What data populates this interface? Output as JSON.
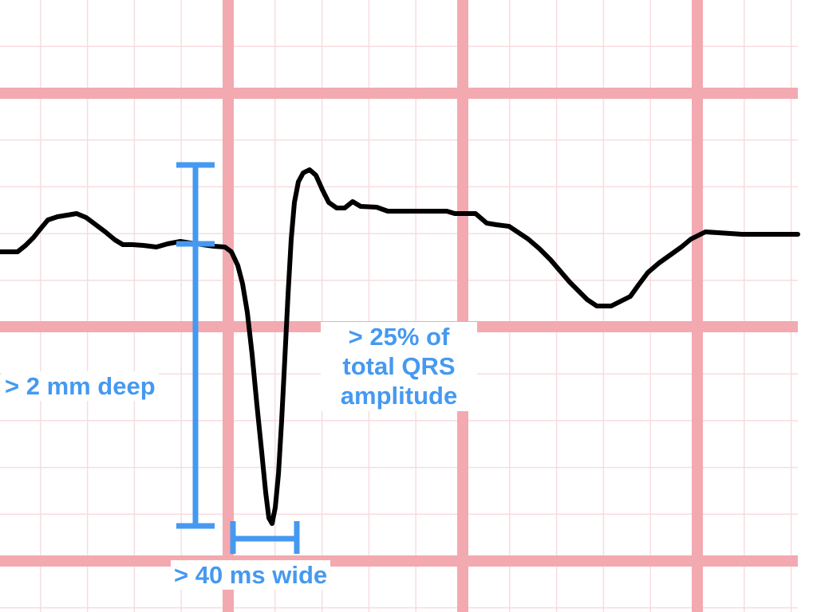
{
  "colors": {
    "grid_minor": "#f7dcdf",
    "grid_major": "#f3a9b0",
    "trace": "#000000",
    "annotation": "#4599f0"
  },
  "annotations": {
    "depth_label": "> 2 mm deep",
    "width_label": "> 40 ms wide",
    "ratio_line1": "> 25% of",
    "ratio_line2": "total QRS",
    "ratio_line3": "amplitude"
  }
}
